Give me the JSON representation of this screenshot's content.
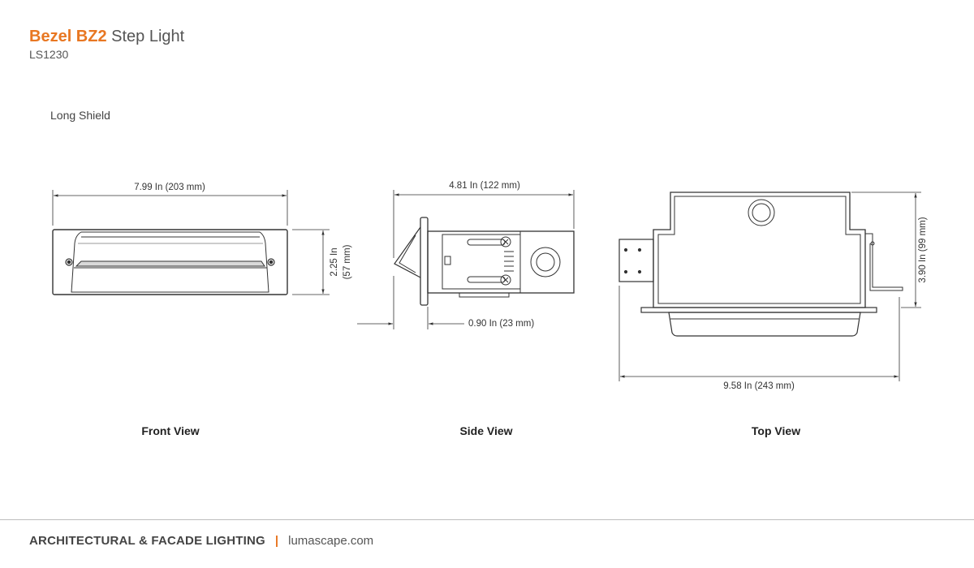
{
  "header": {
    "brand": "Bezel BZ2",
    "product": "Step Light",
    "model": "LS1230",
    "variant": "Long Shield"
  },
  "views": {
    "front": {
      "label": "Front View",
      "width_dim": "7.99 In (203 mm)",
      "height_dim_in": "2.25 In",
      "height_dim_mm": "(57 mm)"
    },
    "side": {
      "label": "Side View",
      "width_dim": "4.81 In (122 mm)",
      "depth_dim": "0.90 In (23 mm)"
    },
    "top": {
      "label": "Top View",
      "width_dim": "9.58 In (243 mm)",
      "height_dim": "3.90 In (99 mm)"
    }
  },
  "footer": {
    "company": "ARCHITECTURAL & FACADE LIGHTING",
    "separator": "|",
    "website": "lumascape.com"
  },
  "colors": {
    "brand": "#E87722",
    "text": "#333333",
    "line": "#333333",
    "rule": "#BDBDBD"
  }
}
